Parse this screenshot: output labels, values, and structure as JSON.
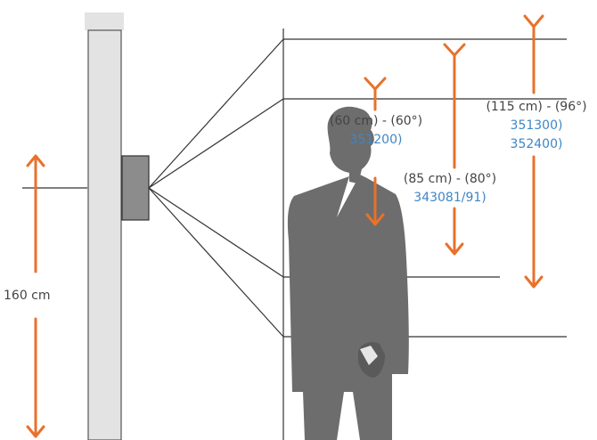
{
  "colors": {
    "arrow": "#e8712b",
    "code": "#3f86c4",
    "text": "#444444",
    "line": "#333333",
    "wall": "#e3e3e3",
    "wall_stroke": "#555555",
    "device": "#8c8c8c",
    "person": "#6d6d6d"
  },
  "height_label": "160 cm",
  "zones": [
    {
      "spec": "(60 cm) - (60°)",
      "codes": [
        "351200)"
      ]
    },
    {
      "spec": "(85 cm) - (80°)",
      "codes": [
        "343081/91)"
      ]
    },
    {
      "spec": "(115 cm) - (96°)",
      "codes": [
        "351300)",
        "352400)"
      ]
    }
  ]
}
